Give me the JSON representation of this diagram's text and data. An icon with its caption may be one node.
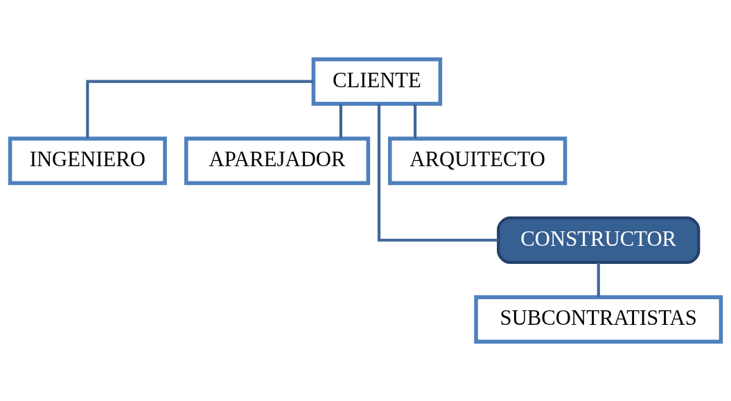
{
  "diagram": {
    "nodes": [
      {
        "text": [
          "CLIENTE"
        ]
      },
      {
        "text": [
          "INGENIERO"
        ]
      },
      {
        "text": [
          "APAREJADOR"
        ]
      },
      {
        "text": [
          "ARQUITECTO"
        ]
      },
      {
        "text": [
          "CONSTRUCTOR"
        ]
      },
      {
        "text": [
          "SUBCONTRATISTAS"
        ]
      }
    ],
    "edges": [
      {
        "from": 0,
        "to": 1,
        "arrow": "none"
      },
      {
        "from": 0,
        "to": 2,
        "arrow": "none"
      },
      {
        "from": 0,
        "to": 3,
        "arrow": "none"
      },
      {
        "from": 0,
        "to": 4,
        "arrow": "none"
      },
      {
        "from": 4,
        "to": 5,
        "arrow": "none"
      }
    ]
  }
}
